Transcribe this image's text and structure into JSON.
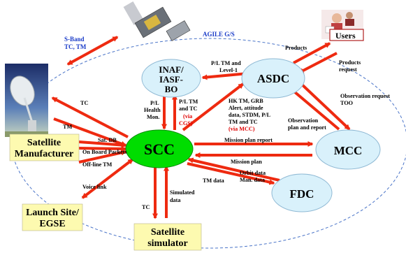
{
  "system_label": "AGILE G/S",
  "nodes": {
    "scc": "SCC",
    "asdc": "ASDC",
    "mcc": "MCC",
    "fdc": "FDC",
    "inaf": [
      "INAF/",
      "IASF-",
      "BO"
    ],
    "users": "Users"
  },
  "boxes": {
    "manufacturer": [
      "Satellite",
      "Manufacturer"
    ],
    "launch_site": [
      "Launch Site/",
      "EGSE"
    ],
    "simulator": [
      "Satellite",
      "simulator"
    ]
  },
  "labels": {
    "sband": [
      "S-Band",
      "TC, TM"
    ],
    "tc_top": "TC",
    "tm_left": "TM",
    "sat_db": "Sat. DB",
    "on_board": "On Board Packets",
    "offline_tm": "Off-line TM",
    "voice_link": "Voice link",
    "tc_sim": "TC",
    "simulated_data": [
      "Simulated",
      "data"
    ],
    "pl_health": [
      "P/L",
      "Health",
      "Mon."
    ],
    "pl_tm_tc": [
      "P/L TM",
      "and TC"
    ],
    "via_cgs": [
      "(via",
      "CGS)"
    ],
    "pl_tm_level1": [
      "P/L TM and",
      "Level-1"
    ],
    "hk_tm": [
      "HK TM, GRB",
      "Alert, attitude",
      "data, STDM, P/L",
      "TM and TC"
    ],
    "via_mcc": "(via MCC)",
    "products": "Products",
    "products_request": [
      "Products",
      "request"
    ],
    "obs_request": [
      "Observation request",
      "TOO"
    ],
    "obs_plan": [
      "Observation",
      "plan and report"
    ],
    "mission_plan_report": "Mission plan report",
    "mission_plan": "Mission plan",
    "orbit_data": [
      "Orbit data",
      "Man. data"
    ],
    "tm_data": "TM data"
  },
  "colors": {
    "arrow": "#ee2a10",
    "scc_fill": "#00dd00",
    "node_fill": "#d9f1fb",
    "box_fill": "#fdfab0",
    "ellipse_dash": "#4a74c8",
    "blue_text": "#1a3cc8",
    "red_text": "#e00000"
  }
}
